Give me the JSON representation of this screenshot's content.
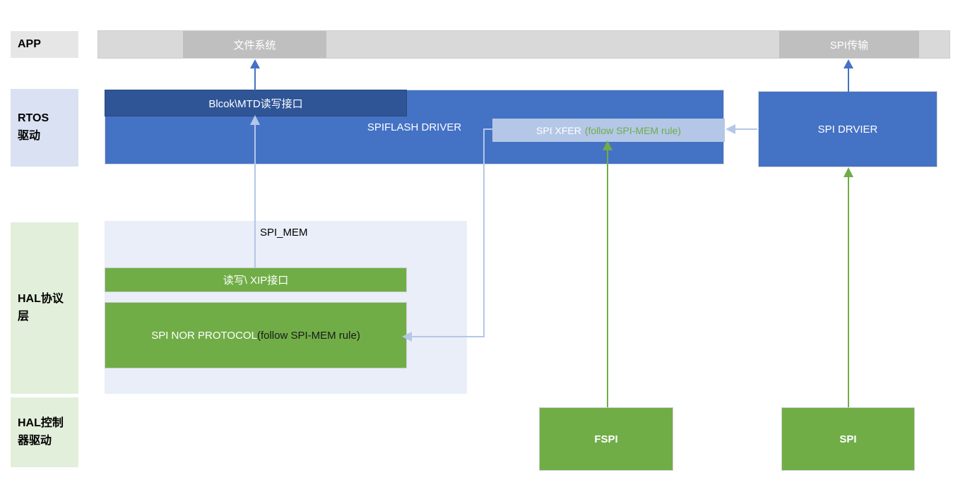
{
  "layers": {
    "app": {
      "label": "APP"
    },
    "rtos": {
      "label": "RTOS\n驱动"
    },
    "hal_protocol": {
      "label": "HAL协议\n层"
    },
    "hal_controller": {
      "label": "HAL控制\n器驱动"
    }
  },
  "app_layer": {
    "filesystem": "文件系统",
    "spi_transfer": "SPI传输"
  },
  "rtos_layer": {
    "block_mtd_interface": "Blcok\\MTD读写接口",
    "spiflash_driver": "SPIFLASH DRIVER",
    "spi_xfer": "SPI XFER",
    "spi_xfer_note": "(follow SPI-MEM rule)",
    "spi_driver": "SPI DRVIER"
  },
  "hal_protocol_layer": {
    "container_title": "SPI_MEM",
    "rw_xip_interface": "读写\\ XIP接口",
    "spi_nor_protocol": "SPI NOR PROTOCOL",
    "spi_nor_note": "(follow SPI-MEM rule)"
  },
  "hal_controller_layer": {
    "fspi": "FSPI",
    "spi": "SPI"
  },
  "colors": {
    "blue": "#4472c4",
    "dark_blue": "#2f5597",
    "light_blue": "#b4c7e7",
    "green": "#70ad47",
    "light_green": "#e2efda",
    "lavender": "#d9e1f2",
    "pale_blue": "#e9eef8",
    "gray_bar": "#d9d9d9",
    "gray_segment": "#bfbfbf",
    "gray_label": "#e7e6e6"
  }
}
